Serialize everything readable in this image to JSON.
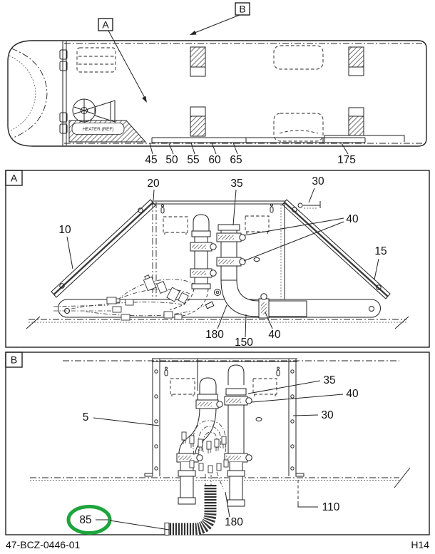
{
  "figure": {
    "drawing_number": "47-BCZ-0446-01",
    "page_code": "H14",
    "colors": {
      "line": "#222222",
      "highlight": "#1ea43c"
    }
  },
  "overview": {
    "detail_a_ref": "A",
    "detail_b_ref": "B",
    "heater_label": "HEATER (REF)",
    "callouts": {
      "c45": "45",
      "c50": "50",
      "c55": "55",
      "c60": "60",
      "c65": "65",
      "c175": "175"
    }
  },
  "detail_a": {
    "panel_label": "A",
    "callouts": {
      "c10": "10",
      "c15": "15",
      "c20": "20",
      "c30": "30",
      "c35": "35",
      "c40_upper": "40",
      "c40_lower": "40",
      "c150": "150",
      "c180": "180"
    }
  },
  "detail_b": {
    "panel_label": "B",
    "highlighted_callout": "85",
    "callouts": {
      "c5": "5",
      "c30": "30",
      "c35": "35",
      "c40": "40",
      "c85": "85",
      "c110": "110",
      "c180": "180"
    }
  }
}
